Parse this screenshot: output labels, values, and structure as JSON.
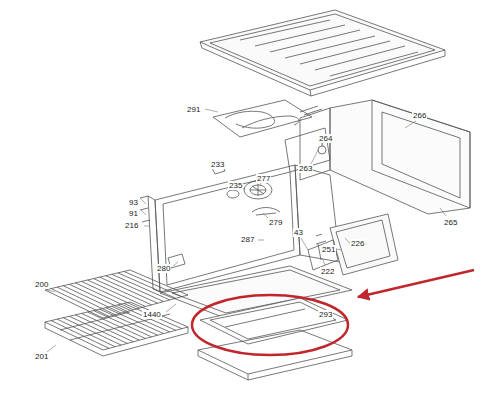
{
  "diagram": {
    "labels": [
      "291",
      "233",
      "235",
      "277",
      "263",
      "264",
      "266",
      "265",
      "93",
      "91",
      "216",
      "279",
      "287",
      "43",
      "251",
      "226",
      "280",
      "222",
      "1440",
      "293",
      "200",
      "201"
    ]
  }
}
